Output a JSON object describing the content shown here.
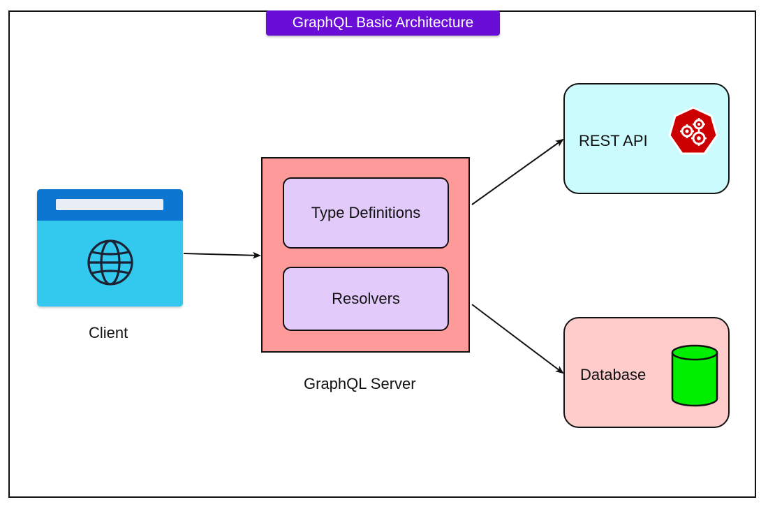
{
  "title": "GraphQL Basic Architecture",
  "client": {
    "label": "Client",
    "icon": "globe-icon"
  },
  "server": {
    "label": "GraphQL Server",
    "items": [
      {
        "label": "Type Definitions"
      },
      {
        "label": "Resolvers"
      }
    ]
  },
  "targets": {
    "rest": {
      "label": "REST API",
      "icon": "kubernetes-gear-icon"
    },
    "database": {
      "label": "Database",
      "icon": "database-cylinder-icon"
    }
  },
  "colors": {
    "title_bg": "#6a0dd6",
    "client_top": "#0c76d0",
    "client_body": "#33c9ef",
    "server_bg": "#ff9a9a",
    "server_item_bg": "#e2cbfb",
    "rest_bg": "#ccfbfd",
    "database_bg": "#ffcccc",
    "rest_icon": "#cc0000",
    "database_icon": "#00ee00"
  }
}
